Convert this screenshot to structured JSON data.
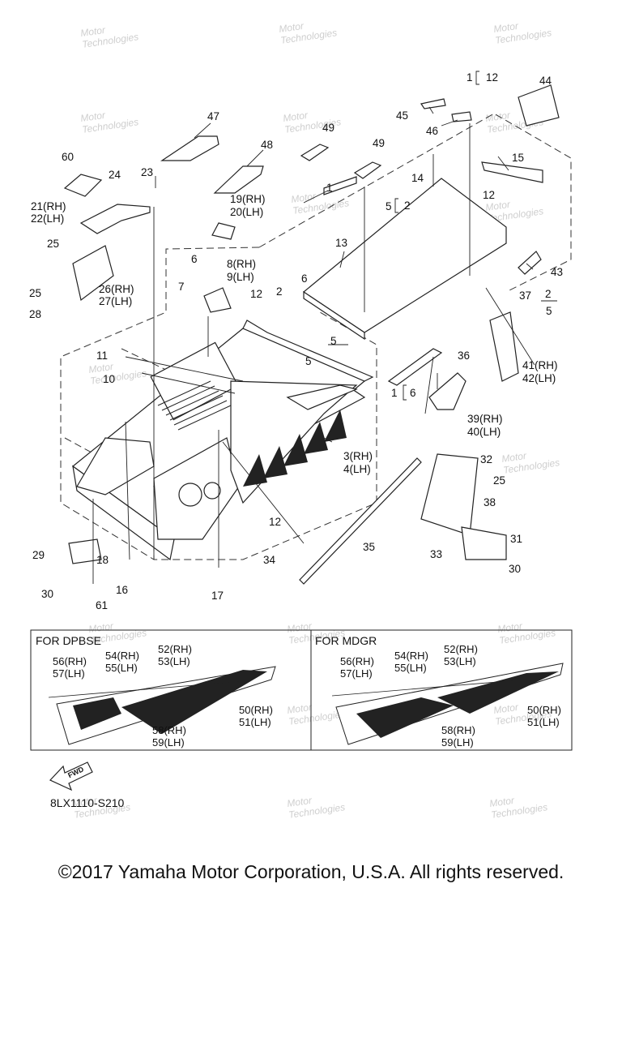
{
  "diagram": {
    "callouts": {
      "c1a": "1",
      "c12a": "12",
      "c44": "44",
      "c45": "45",
      "c46": "46",
      "c47": "47",
      "c49a": "49",
      "c49b": "49",
      "c48": "48",
      "c60": "60",
      "c24": "24",
      "c23": "23",
      "c15": "15",
      "c14": "14",
      "c12b": "12",
      "c1b": "1",
      "c5a": "5",
      "c2a": "2",
      "c19": "19(RH)",
      "c20": "20(LH)",
      "c21": "21(RH)",
      "c22": "22(LH)",
      "c25a": "25",
      "c13": "13",
      "c43": "43",
      "c6a": "6",
      "c8": "8(RH)",
      "c9": "9(LH)",
      "c7": "7",
      "c25b": "25",
      "c26": "26(RH)",
      "c27": "27(LH)",
      "c28": "28",
      "c12c": "12",
      "c2b": "2",
      "c6b": "6",
      "c37": "37",
      "c2c": "2",
      "c5b": "5",
      "c11": "11",
      "c5c": "5",
      "c36": "36",
      "c5d": "5",
      "c10": "10",
      "c41": "41(RH)",
      "c42": "42(LH)",
      "c1c": "1",
      "c6c": "6",
      "c39": "39(RH)",
      "c40": "40(LH)",
      "c3": "3(RH)",
      "c4": "4(LH)",
      "c32": "32",
      "c25c": "25",
      "c38": "38",
      "c12d": "12",
      "c35": "35",
      "c31": "31",
      "c29": "29",
      "c33": "33",
      "c18": "18",
      "c34": "34",
      "c30a": "30",
      "c30b": "30",
      "c16": "16",
      "c61": "61",
      "c17": "17"
    },
    "boxes": [
      {
        "title": "FOR DPBSE",
        "labels": {
          "a": "56(RH)",
          "b": "57(LH)",
          "c": "54(RH)",
          "d": "55(LH)",
          "e": "52(RH)",
          "f": "53(LH)",
          "g": "50(RH)",
          "h": "51(LH)",
          "i": "58(RH)",
          "j": "59(LH)"
        }
      },
      {
        "title": "FOR MDGR",
        "labels": {
          "a": "56(RH)",
          "b": "57(LH)",
          "c": "54(RH)",
          "d": "55(LH)",
          "e": "52(RH)",
          "f": "53(LH)",
          "g": "50(RH)",
          "h": "51(LH)",
          "i": "58(RH)",
          "j": "59(LH)"
        }
      }
    ],
    "fwd_label": "FWD",
    "diagram_code": "8LX1110-S210",
    "watermark": [
      "Motor",
      "Technologies"
    ]
  },
  "copyright": "©2017 Yamaha Motor Corporation, U.S.A. All rights reserved.",
  "colors": {
    "line": "#222222",
    "watermark": "#cfcfcf"
  }
}
